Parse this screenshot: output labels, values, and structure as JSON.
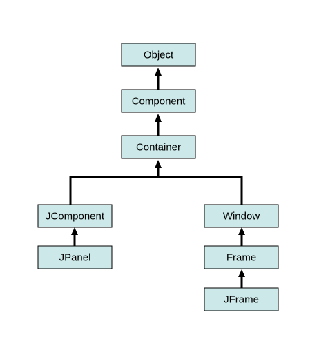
{
  "diagram": {
    "colors": {
      "box_fill": "#cce8e8",
      "box_stroke": "#000000",
      "line": "#000000"
    },
    "nodes": {
      "object": "Object",
      "component": "Component",
      "container": "Container",
      "jcomponent": "JComponent",
      "jpanel": "JPanel",
      "window": "Window",
      "frame": "Frame",
      "jframe": "JFrame"
    },
    "edges": [
      {
        "from": "Component",
        "to": "Object"
      },
      {
        "from": "Container",
        "to": "Component"
      },
      {
        "from": "JComponent",
        "to": "Container"
      },
      {
        "from": "Window",
        "to": "Container"
      },
      {
        "from": "JPanel",
        "to": "JComponent"
      },
      {
        "from": "Frame",
        "to": "Window"
      },
      {
        "from": "JFrame",
        "to": "Frame"
      }
    ]
  }
}
